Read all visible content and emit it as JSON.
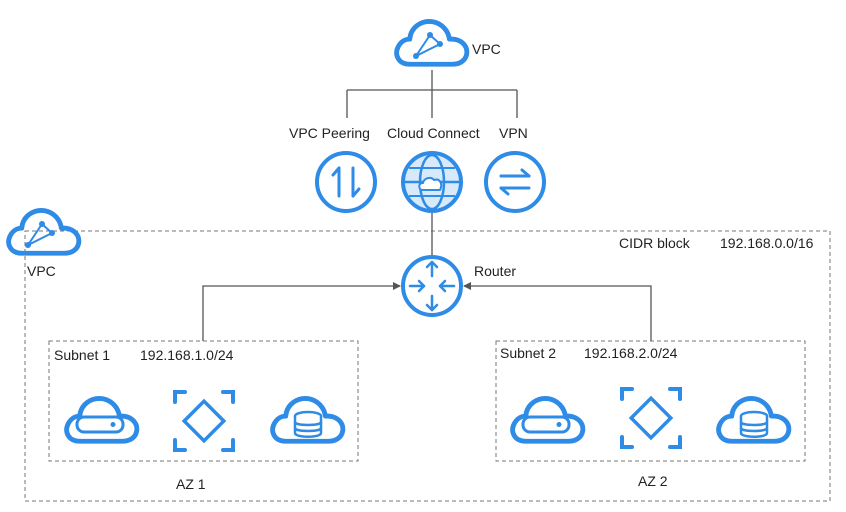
{
  "colors": {
    "accent": "#2E8BE6",
    "accent_light": "#D6EAFB",
    "line": "#555555",
    "dash": "#777777"
  },
  "top_vpc": {
    "label": "VPC"
  },
  "connections": [
    {
      "label": "VPC Peering",
      "icon": "peering-arrows-icon"
    },
    {
      "label": "Cloud Connect",
      "icon": "globe-cloud-icon"
    },
    {
      "label": "VPN",
      "icon": "vpn-arrows-icon"
    }
  ],
  "vpc": {
    "label": "VPC",
    "cidr_label": "CIDR block",
    "cidr_value": "192.168.0.0/16"
  },
  "router": {
    "label": "Router",
    "icon": "router-icon"
  },
  "subnets": [
    {
      "label": "Subnet 1",
      "cidr": "192.168.1.0/24",
      "az": "AZ 1",
      "icons": [
        "server-cloud-icon",
        "diamond-frame-icon",
        "database-cloud-icon"
      ]
    },
    {
      "label": "Subnet 2",
      "cidr": "192.168.2.0/24",
      "az": "AZ 2",
      "icons": [
        "server-cloud-icon",
        "diamond-frame-icon",
        "database-cloud-icon"
      ]
    }
  ]
}
